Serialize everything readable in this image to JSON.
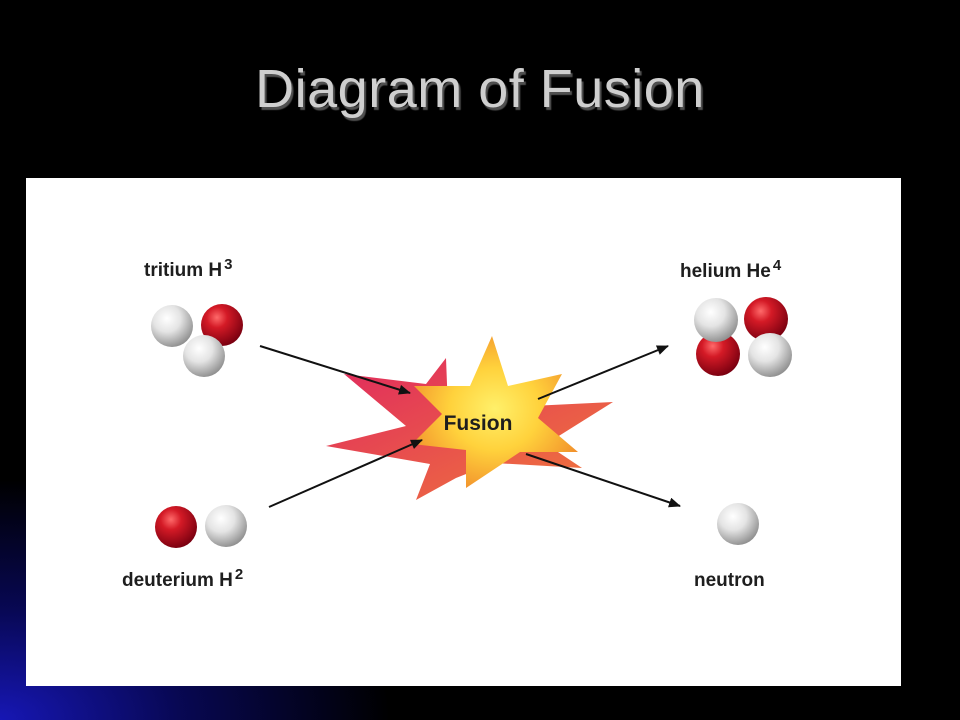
{
  "slide": {
    "title": "Diagram of Fusion"
  },
  "diagram": {
    "center_label": "Fusion",
    "reactants": {
      "tritium": {
        "name": "tritium H",
        "sup": "3"
      },
      "deuterium": {
        "name": "deuterium H",
        "sup": "2"
      }
    },
    "products": {
      "helium": {
        "name": "helium  He",
        "sup": "4"
      },
      "neutron": {
        "name": "neutron"
      }
    },
    "colors": {
      "proton": "#c4121f",
      "neutron": "#d8d8d8",
      "star_core": "#ffe14a",
      "star_edge": "#f29a2e",
      "star_back": "#d81f5c",
      "arrow": "#111111",
      "panel": "#ffffff",
      "title": "#cfcfcf"
    }
  }
}
